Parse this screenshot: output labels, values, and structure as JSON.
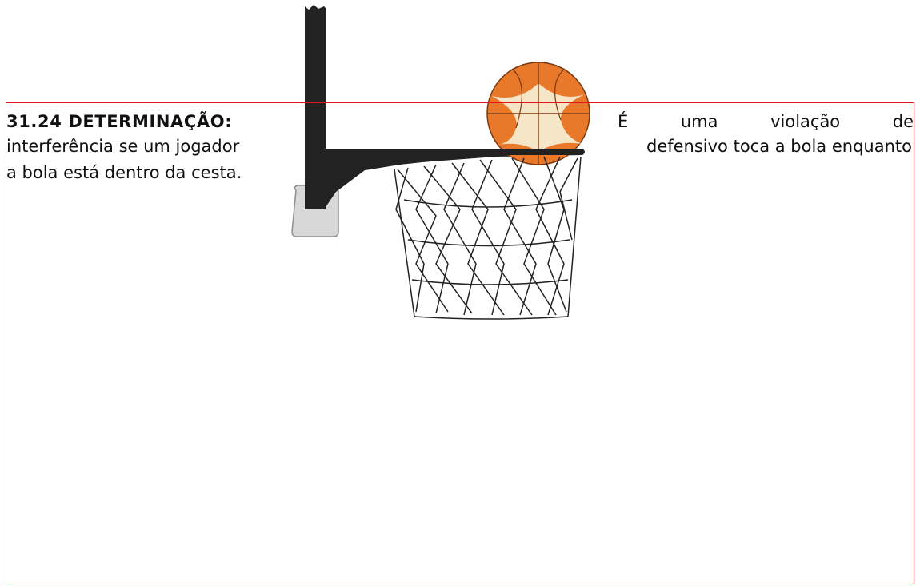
{
  "document": {
    "rule_title": "31.24 DETERMINAÇÃO:",
    "line1_words": [
      "É",
      "uma",
      "violação",
      "de"
    ],
    "line2_left": "interferência se um jogador",
    "line2_right": "defensivo toca a bola enquanto",
    "line3_left": "a bola está dentro da cesta."
  },
  "illustration": {
    "subject": "basketball-hoop-with-ball",
    "colors": {
      "ball": "#e8792a",
      "ball_panel": "#f5e6c8",
      "backboard_post": "#222222",
      "bracket": "#d6d6d6",
      "net": "#222222",
      "frame": "#e2141d"
    }
  }
}
